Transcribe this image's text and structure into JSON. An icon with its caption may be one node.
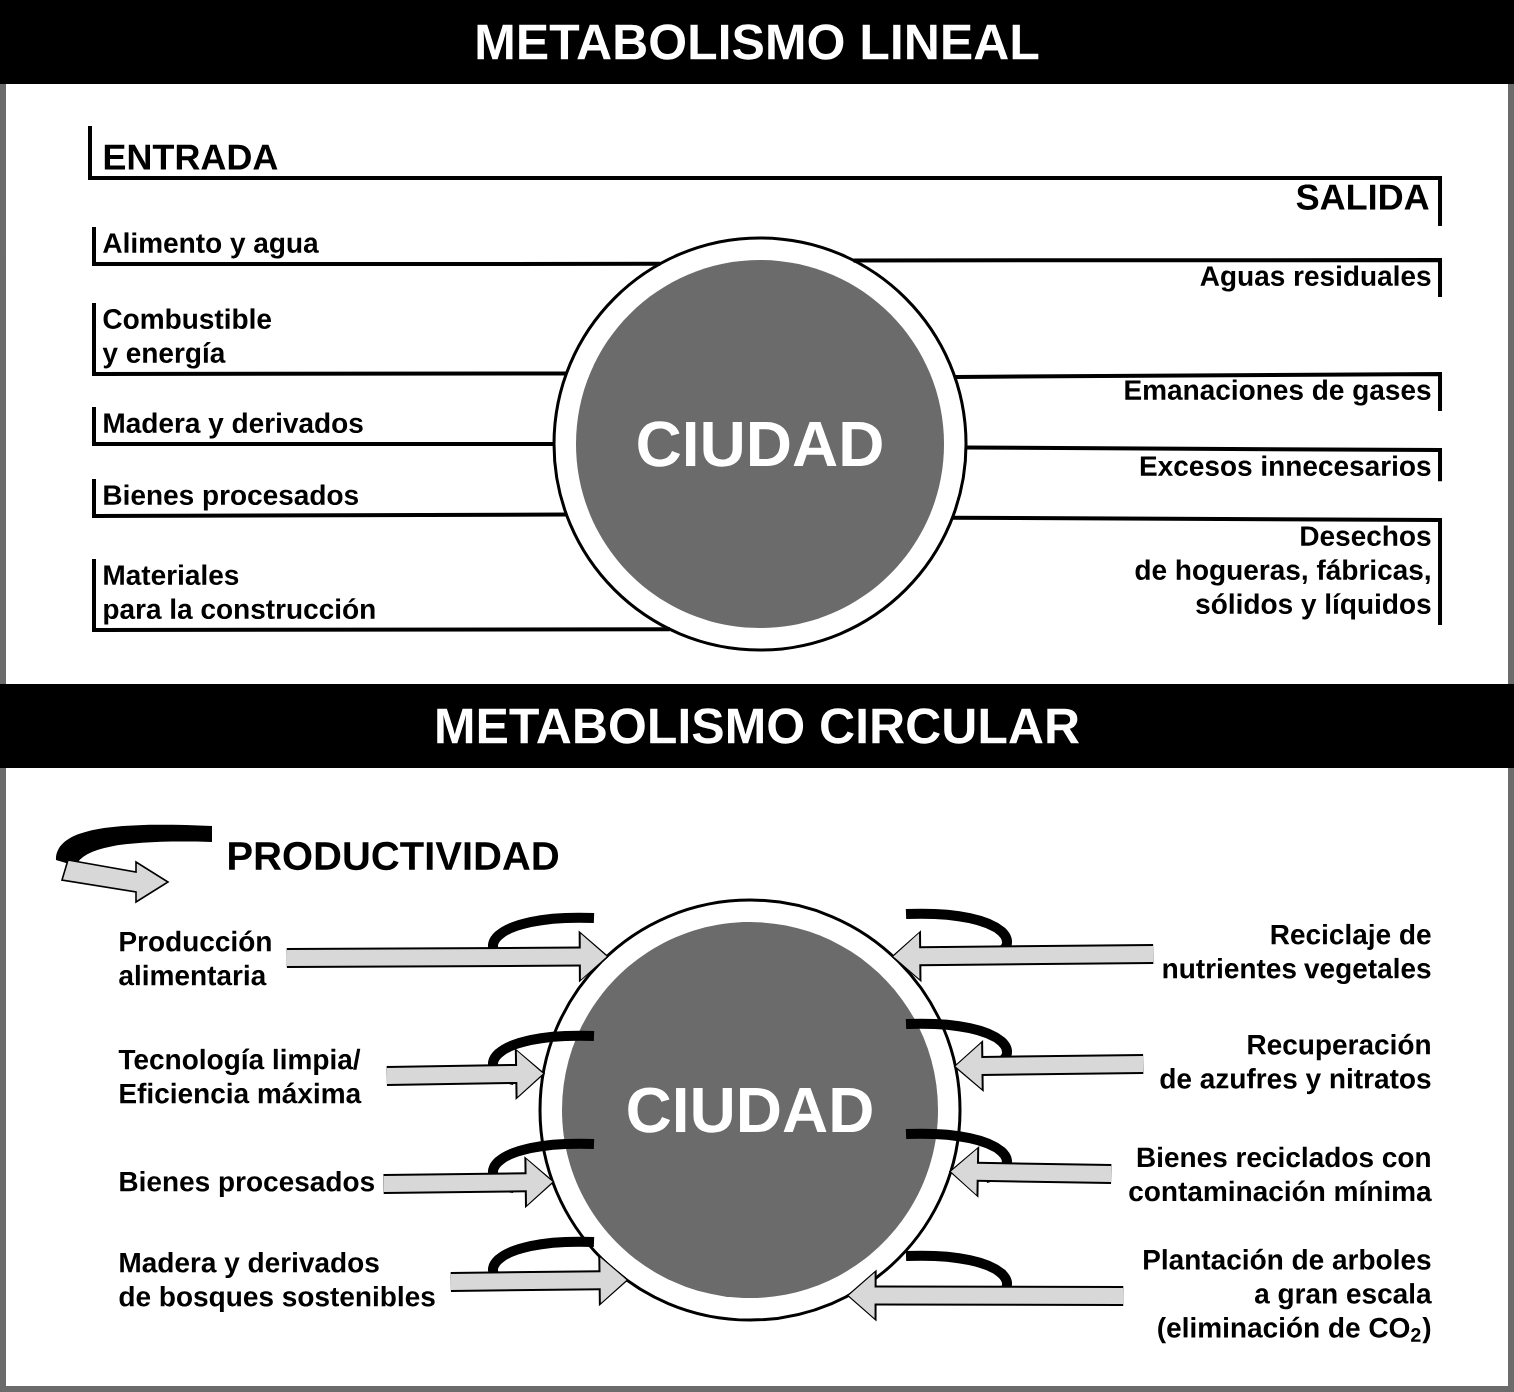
{
  "diagram": {
    "nodes": [
      {
        "text": [
          "METABOLISMO LINEAL"
        ]
      },
      {
        "text": [
          "CIUDAD"
        ]
      },
      {
        "text": [
          "Alimento y agua"
        ]
      },
      {
        "text": [
          "Combustible y energía"
        ]
      },
      {
        "text": [
          "Madera y derivados"
        ]
      },
      {
        "text": [
          "Bienes procesados"
        ]
      },
      {
        "text": [
          "Materiales para la construcción"
        ]
      },
      {
        "text": [
          "Aguas residuales"
        ]
      },
      {
        "text": [
          "Emanaciones de gases"
        ]
      },
      {
        "text": [
          "Excesos innecesarios"
        ]
      },
      {
        "text": [
          "Desechos de hogueras, fábricas, sólidos y líquidos"
        ]
      },
      {
        "text": [
          "METABOLISMO CIRCULAR"
        ]
      },
      {
        "text": [
          "CIUDAD"
        ]
      },
      {
        "text": [
          "Producción alimentaria"
        ]
      },
      {
        "text": [
          "Tecnología limpia/ Eficiencia máxima"
        ]
      },
      {
        "text": [
          "Bienes procesados"
        ]
      },
      {
        "text": [
          "Madera y derivados de bosques sostenibles"
        ]
      },
      {
        "text": [
          "Reciclaje de nutrientes vegetales"
        ]
      },
      {
        "text": [
          "Recuperación de azufres y nitratos"
        ]
      },
      {
        "text": [
          "Bienes reciclados con contaminación mínima"
        ]
      },
      {
        "text": [
          "Plantación de arboles a gran escala (eliminación de CO$_{2}$)"
        ]
      }
    ],
    "edges": [
      {
        "from": 2,
        "to": 1,
        "arrow": "none"
      },
      {
        "from": 3,
        "to": 1,
        "arrow": "none"
      },
      {
        "from": 4,
        "to": 1,
        "arrow": "none"
      },
      {
        "from": 5,
        "to": 1,
        "arrow": "none"
      },
      {
        "from": 6,
        "to": 1,
        "arrow": "none"
      },
      {
        "from": 1,
        "to": 7,
        "arrow": "none"
      },
      {
        "from": 1,
        "to": 8,
        "arrow": "none"
      },
      {
        "from": 1,
        "to": 9,
        "arrow": "none"
      },
      {
        "from": 1,
        "to": 10,
        "arrow": "none"
      },
      {
        "from": 13,
        "to": 12,
        "arrow": "to",
        "style": "thick",
        "color": "#d8d8d8"
      },
      {
        "from": 14,
        "to": 12,
        "arrow": "to",
        "style": "thick",
        "color": "#d8d8d8"
      },
      {
        "from": 15,
        "to": 12,
        "arrow": "to",
        "style": "thick",
        "color": "#d8d8d8"
      },
      {
        "from": 16,
        "to": 12,
        "arrow": "to",
        "style": "thick",
        "color": "#d8d8d8"
      },
      {
        "from": 17,
        "to": 12,
        "arrow": "to",
        "style": "thick",
        "color": "#d8d8d8"
      },
      {
        "from": 18,
        "to": 12,
        "arrow": "to",
        "style": "thick",
        "color": "#d8d8d8"
      },
      {
        "from": 19,
        "to": 12,
        "arrow": "to",
        "style": "thick",
        "color": "#d8d8d8"
      },
      {
        "from": 20,
        "to": 12,
        "arrow": "to",
        "style": "thick",
        "color": "#d8d8d8"
      }
    ],
    "labels": [
      "ENTRADA",
      "SALIDA",
      "PRODUCTIVIDAD"
    ]
  }
}
